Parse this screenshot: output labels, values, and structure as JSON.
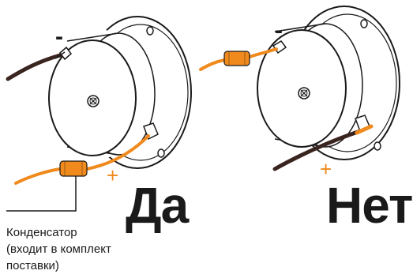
{
  "labels": {
    "yes": "Да",
    "no": "Нет"
  },
  "polarity": {
    "minus": "-",
    "plus": "+"
  },
  "capacitor_caption": {
    "line1": "Конденсатор",
    "line2": "(входит в комплект",
    "line3": "поставки)"
  },
  "colors": {
    "wire_positive": "#f08a1c",
    "wire_negative": "#3a2420",
    "outline": "#1a1a1a"
  }
}
